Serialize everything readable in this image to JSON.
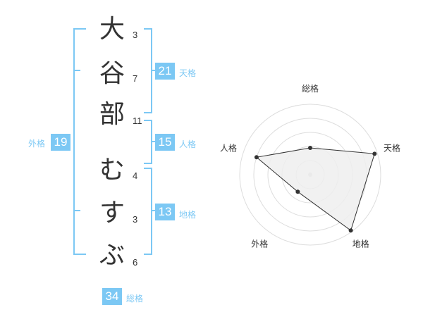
{
  "name": {
    "chars": [
      {
        "char": "大",
        "strokes": "3"
      },
      {
        "char": "谷",
        "strokes": "7"
      },
      {
        "char": "部",
        "strokes": "11"
      },
      {
        "char": "む",
        "strokes": "4"
      },
      {
        "char": "す",
        "strokes": "3"
      },
      {
        "char": "ぶ",
        "strokes": "6"
      }
    ]
  },
  "fortunes": {
    "tenkaku": {
      "value": "21",
      "label": "天格"
    },
    "jinkaku": {
      "value": "15",
      "label": "人格"
    },
    "chikaku": {
      "value": "13",
      "label": "地格"
    },
    "gaikaku": {
      "value": "19",
      "label": "外格"
    },
    "soukaku": {
      "value": "34",
      "label": "総格"
    }
  },
  "colors": {
    "accent": "#7cc8f4",
    "text": "#333333",
    "radar_fill": "#eeeeee"
  },
  "chart_data": {
    "type": "radar",
    "axes": [
      "総格",
      "天格",
      "地格",
      "外格",
      "人格"
    ],
    "scale_max": 5,
    "rings": 5,
    "values": [
      1.9,
      4.8,
      4.9,
      1.5,
      4.0
    ]
  }
}
